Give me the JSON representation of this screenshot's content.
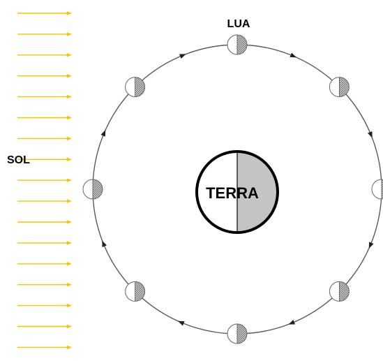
{
  "labels": {
    "moon": "LUA",
    "sun": "SOL",
    "earth": "TERRA"
  },
  "colors": {
    "sunlight": "#f5c400",
    "shadow": "#c4c4c4",
    "moon_shadow": "#a9a9a9",
    "orbit": "#5a5a5a",
    "outline": "#000000"
  },
  "sun_ray_count": 17,
  "moon_position_count": 8,
  "orbit_direction": "clockwise"
}
